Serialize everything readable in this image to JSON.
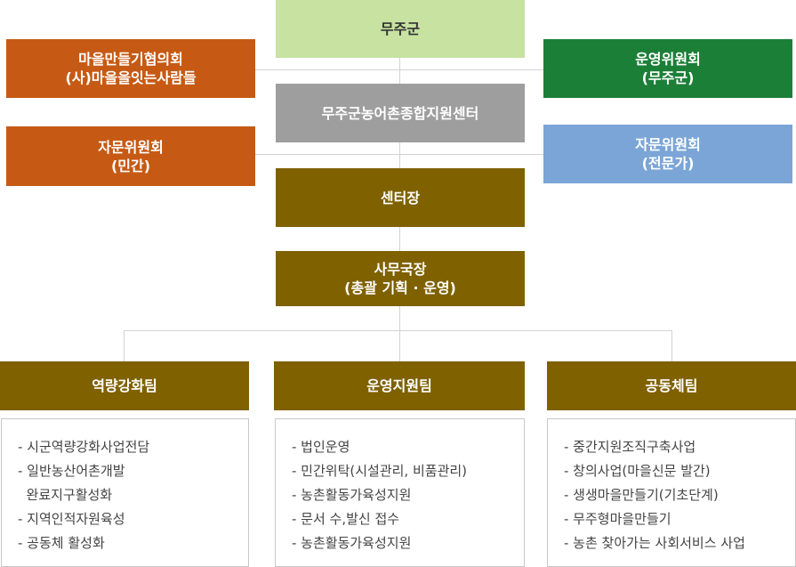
{
  "colors": {
    "top": "#c7e2a1",
    "top_text": "#333333",
    "orange": "#c65a14",
    "green": "#1c7f38",
    "gray": "#9e9e9e",
    "blue": "#7ba5d6",
    "olive": "#7f6100",
    "line": "#d3d3d3"
  },
  "top": "무주군",
  "council": {
    "line1": "마을만들기협의회",
    "line2": "(사)마을을잇는사람들"
  },
  "ops_committee": {
    "line1": "운영위원회",
    "line2": "(무주군)"
  },
  "center": "무주군농어촌종합지원센터",
  "advisory_private": {
    "line1": "자문위원회",
    "line2": "(민간)"
  },
  "advisory_expert": {
    "line1": "자문위원회",
    "line2": "(전문가)"
  },
  "director": "센터장",
  "secretary": {
    "line1": "사무국장",
    "line2": "(총괄 기획 · 운영)"
  },
  "teams": [
    {
      "name": "역량강화팀",
      "tasks": [
        "- 시군역량강화사업전담",
        "- 일반농산어촌개발",
        "  완료지구활성화",
        "- 지역인적자원육성",
        "- 공동체 활성화"
      ]
    },
    {
      "name": "운영지원팀",
      "tasks": [
        "- 법인운영",
        "- 민간위탁(시설관리, 비품관리)",
        "- 농촌활동가육성지원",
        "- 문서 수,발신 접수",
        "- 농촌활동가육성지원"
      ]
    },
    {
      "name": "공동체팀",
      "tasks": [
        "- 중간지원조직구축사업",
        "- 창의사업(마을신문 발간)",
        "- 생생마을만들기(기초단계)",
        "- 무주형마을만들기",
        "- 농촌 찾아가는 사회서비스 사업"
      ]
    }
  ]
}
